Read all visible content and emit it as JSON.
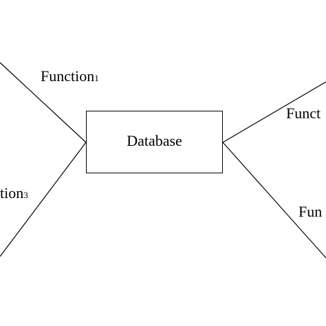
{
  "diagram": {
    "center_node": "Database",
    "function_labels": [
      {
        "text": "Function",
        "sub": "1"
      },
      {
        "text": "Funct",
        "sub": ""
      },
      {
        "text": "tion",
        "sub": "3"
      },
      {
        "text": "Fun",
        "sub": ""
      }
    ]
  },
  "colors": {
    "stroke": "#000000",
    "background": "#ffffff"
  }
}
